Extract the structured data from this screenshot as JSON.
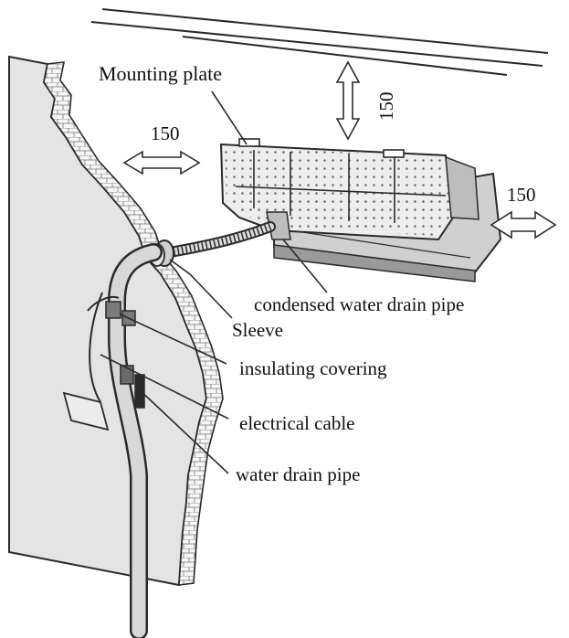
{
  "labels": {
    "mounting_plate": "Mounting plate",
    "clearance_top": "150",
    "clearance_left": "150",
    "clearance_right": "150",
    "condensed_water_drain_pipe": "condensed water drain pipe",
    "sleeve": "Sleeve",
    "insulating_covering": "insulating covering",
    "electrical_cable": "electrical cable",
    "water_drain_pipe": "water drain pipe"
  },
  "colors": {
    "line": "#2a2a2a",
    "wall": "#e4e4e4",
    "wall_edge": "#f4f4f4",
    "unit_face": "#ececec",
    "unit_bottom": "#9a9a9a",
    "arrow_fill": "#ffffff"
  }
}
